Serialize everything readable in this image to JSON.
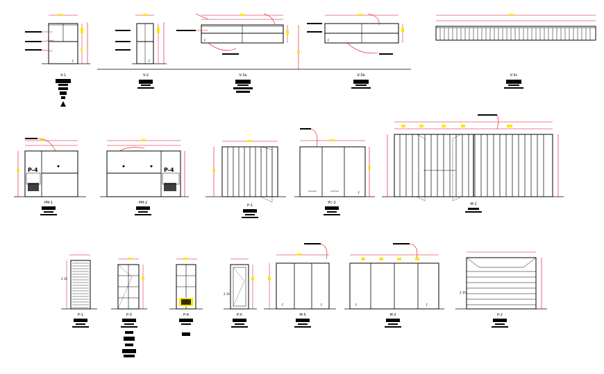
{
  "drawing": {
    "row1": [
      {
        "label": "V-1"
      },
      {
        "label": "V-2"
      },
      {
        "label": "V-3a"
      },
      {
        "label": "V-3b"
      },
      {
        "label": "V-3c"
      }
    ],
    "row2": [
      {
        "label": "PM-1",
        "tag": "P-4"
      },
      {
        "label": "PM-2",
        "tag": "P-4"
      },
      {
        "label": "P-1"
      },
      {
        "label": "PC-2"
      },
      {
        "label": "M-1"
      }
    ],
    "row3": [
      {
        "label": "P-1",
        "dim": "2.10"
      },
      {
        "label": "P-3"
      },
      {
        "label": "P-4"
      },
      {
        "label": "P-X",
        "dim": "2.10"
      },
      {
        "label": "M-5"
      },
      {
        "label": "M-2"
      },
      {
        "label": "P-2",
        "dim": "2.10"
      }
    ]
  },
  "colors": {
    "line": "#000000",
    "dimension": "#e0001a",
    "tag": "#ffe600",
    "background": "#ffffff"
  }
}
